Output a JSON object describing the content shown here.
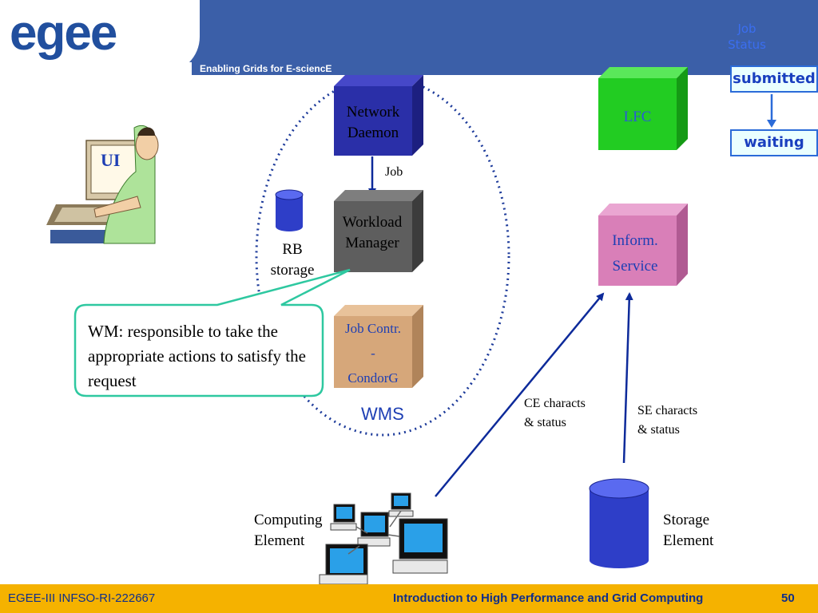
{
  "header": {
    "logo": "egee",
    "tagline": "Enabling Grids for E-sciencE",
    "job_status_title": "Job Status"
  },
  "status_flow": {
    "states": [
      "submitted",
      "waiting"
    ]
  },
  "components": {
    "ui": "UI",
    "network_daemon": "Network Daemon",
    "workload_manager": "Workload Manager",
    "job_controller_line1": "Job Contr.",
    "job_controller_line2": "-",
    "job_controller_line3": "CondorG",
    "lfc": "LFC",
    "inform_line1": "Inform.",
    "inform_line2": "Service",
    "rb_storage_line1": "RB",
    "rb_storage_line2": "storage",
    "wms": "WMS",
    "computing_element_line1": "Computing",
    "computing_element_line2": "Element",
    "storage_element_line1": "Storage",
    "storage_element_line2": "Element"
  },
  "arrows": {
    "job": "Job",
    "ce_characts_line1": "CE characts",
    "ce_characts_line2": "& status",
    "se_characts_line1": "SE characts",
    "se_characts_line2": "& status"
  },
  "callout": {
    "text": "WM: responsible to take the appropriate actions to satisfy the request"
  },
  "footer": {
    "project": "EGEE-III INFSO-RI-222667",
    "title": "Introduction to High Performance and Grid Computing",
    "page": "50"
  },
  "colors": {
    "header_blue": "#3b5fa8",
    "network_daemon": "#2a2fa8",
    "workload_manager": "#5e5e5e",
    "job_controller": "#d6a77a",
    "lfc": "#22cc22",
    "inform_service": "#d97fb8",
    "storage": "#2e3ec8",
    "callout_border": "#2ec8a0",
    "footer": "#f5b200"
  }
}
